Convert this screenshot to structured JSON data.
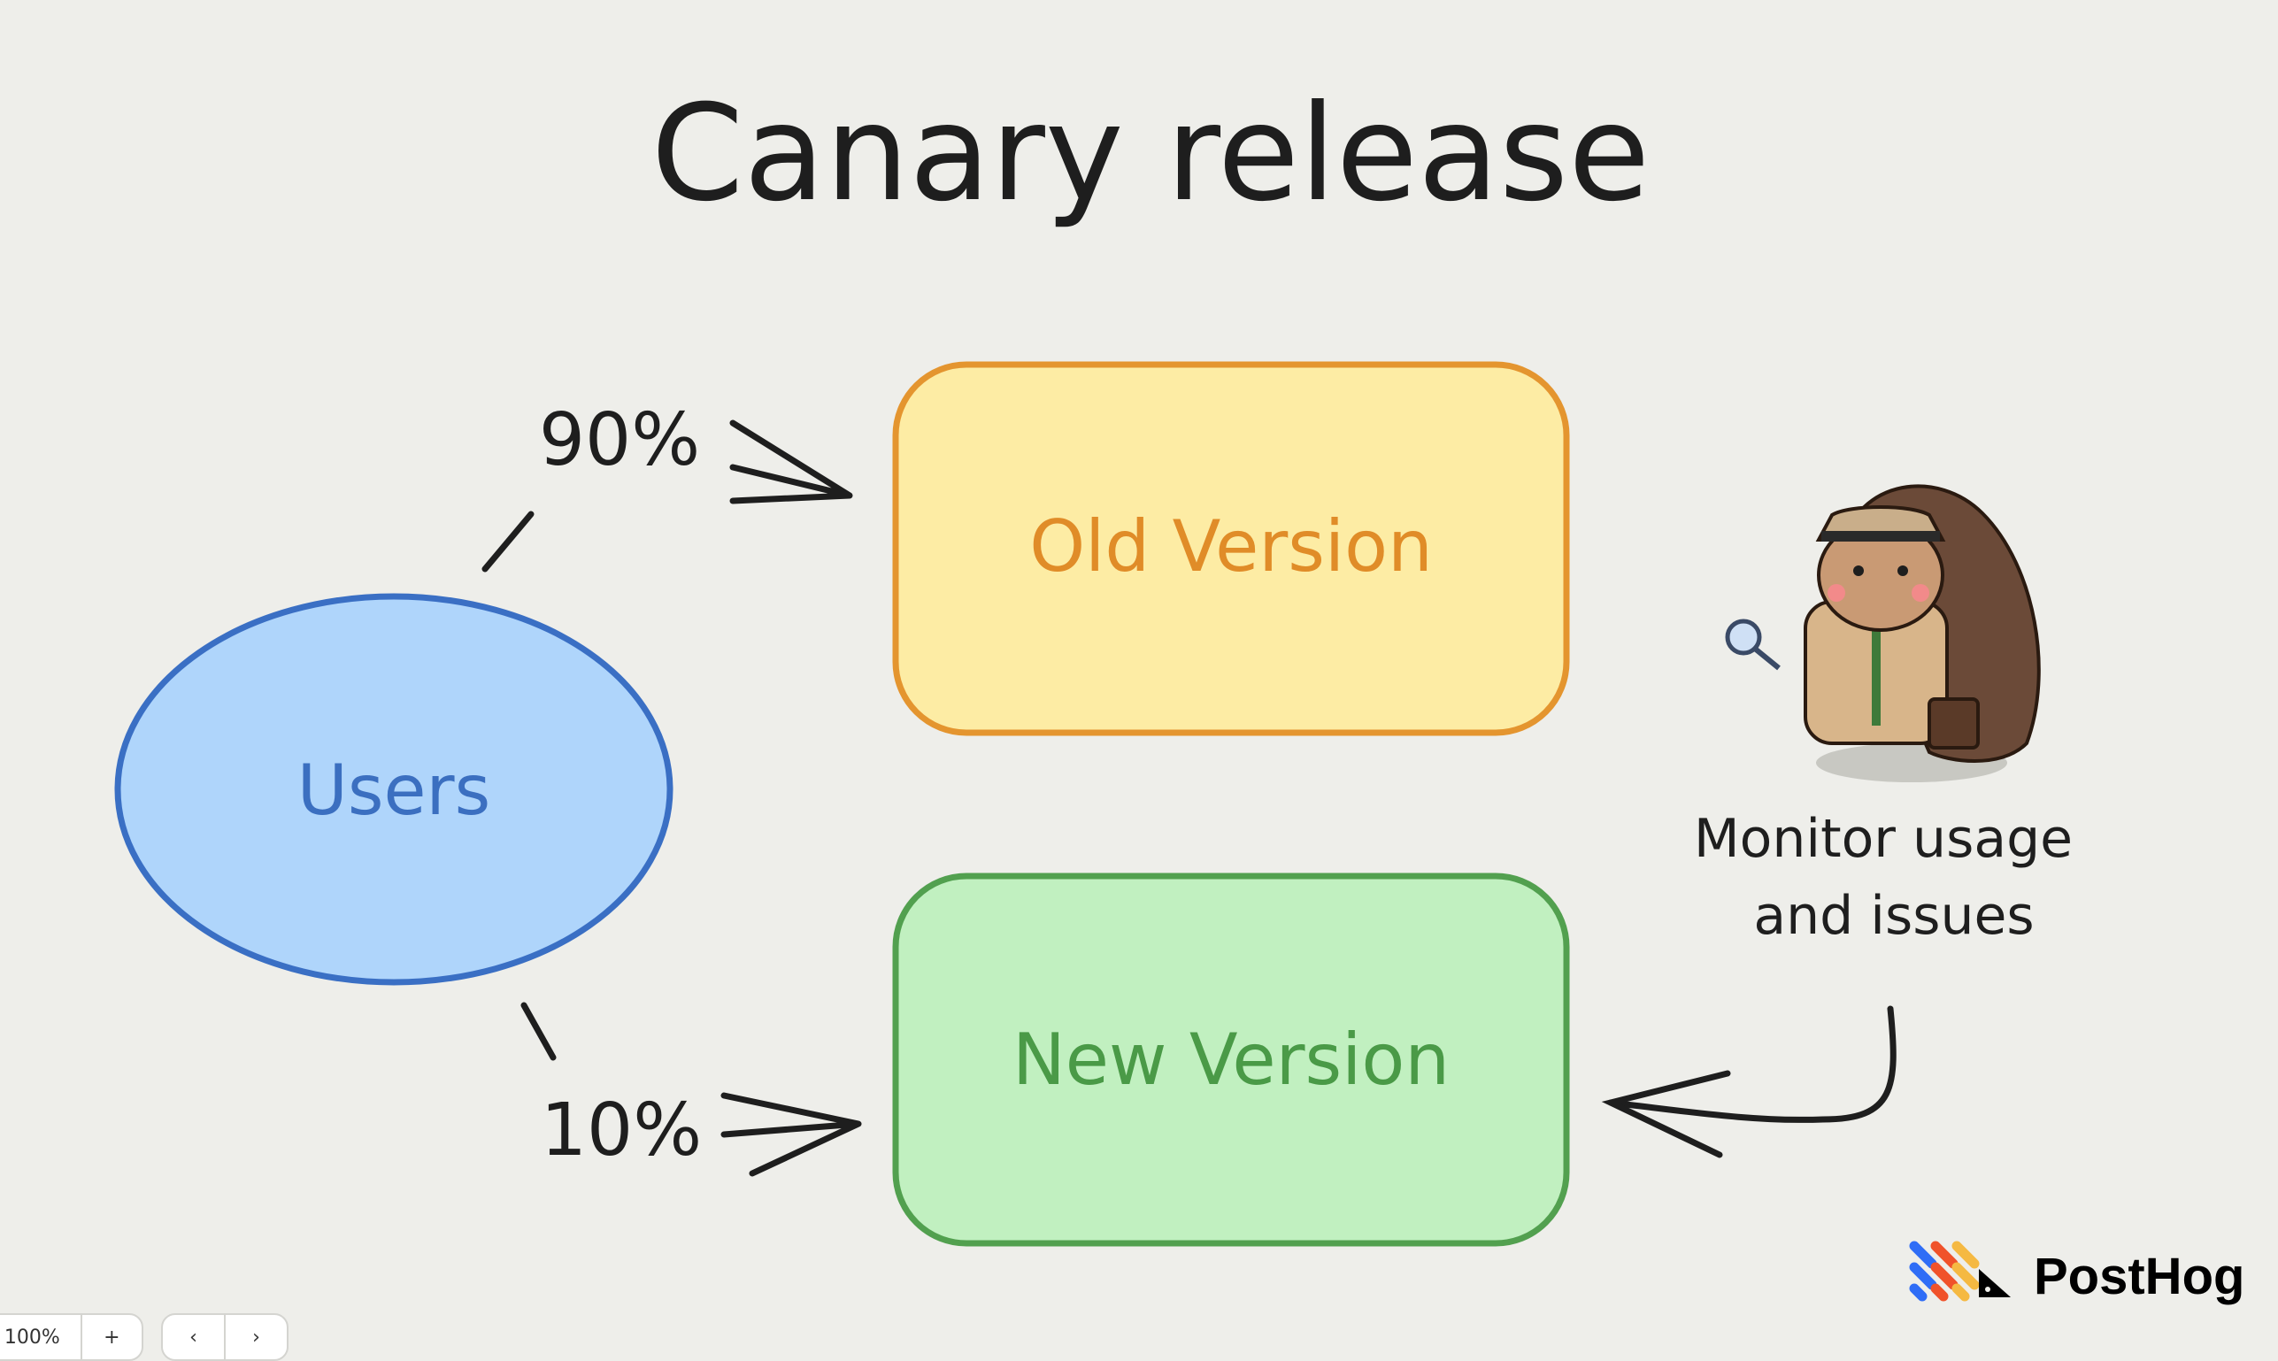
{
  "title": "Canary release",
  "nodes": {
    "users": "Users",
    "old_version": "Old Version",
    "new_version": "New Version"
  },
  "edges": {
    "to_old": "90%",
    "to_new": "10%"
  },
  "monitor": {
    "line1": "Monitor usage",
    "line2": "and issues"
  },
  "logo": {
    "text": "PostHog"
  },
  "toolbar": {
    "zoom": "100%",
    "zoom_in": "+",
    "undo": "‹",
    "redo": "›"
  },
  "colors": {
    "background": "#eeeeea",
    "old_fill": "#fdeca4",
    "old_stroke": "#e4952f",
    "new_fill": "#c1f0c0",
    "new_stroke": "#52a04f",
    "users_fill": "#afd5fb",
    "users_stroke": "#3a6fc4"
  }
}
